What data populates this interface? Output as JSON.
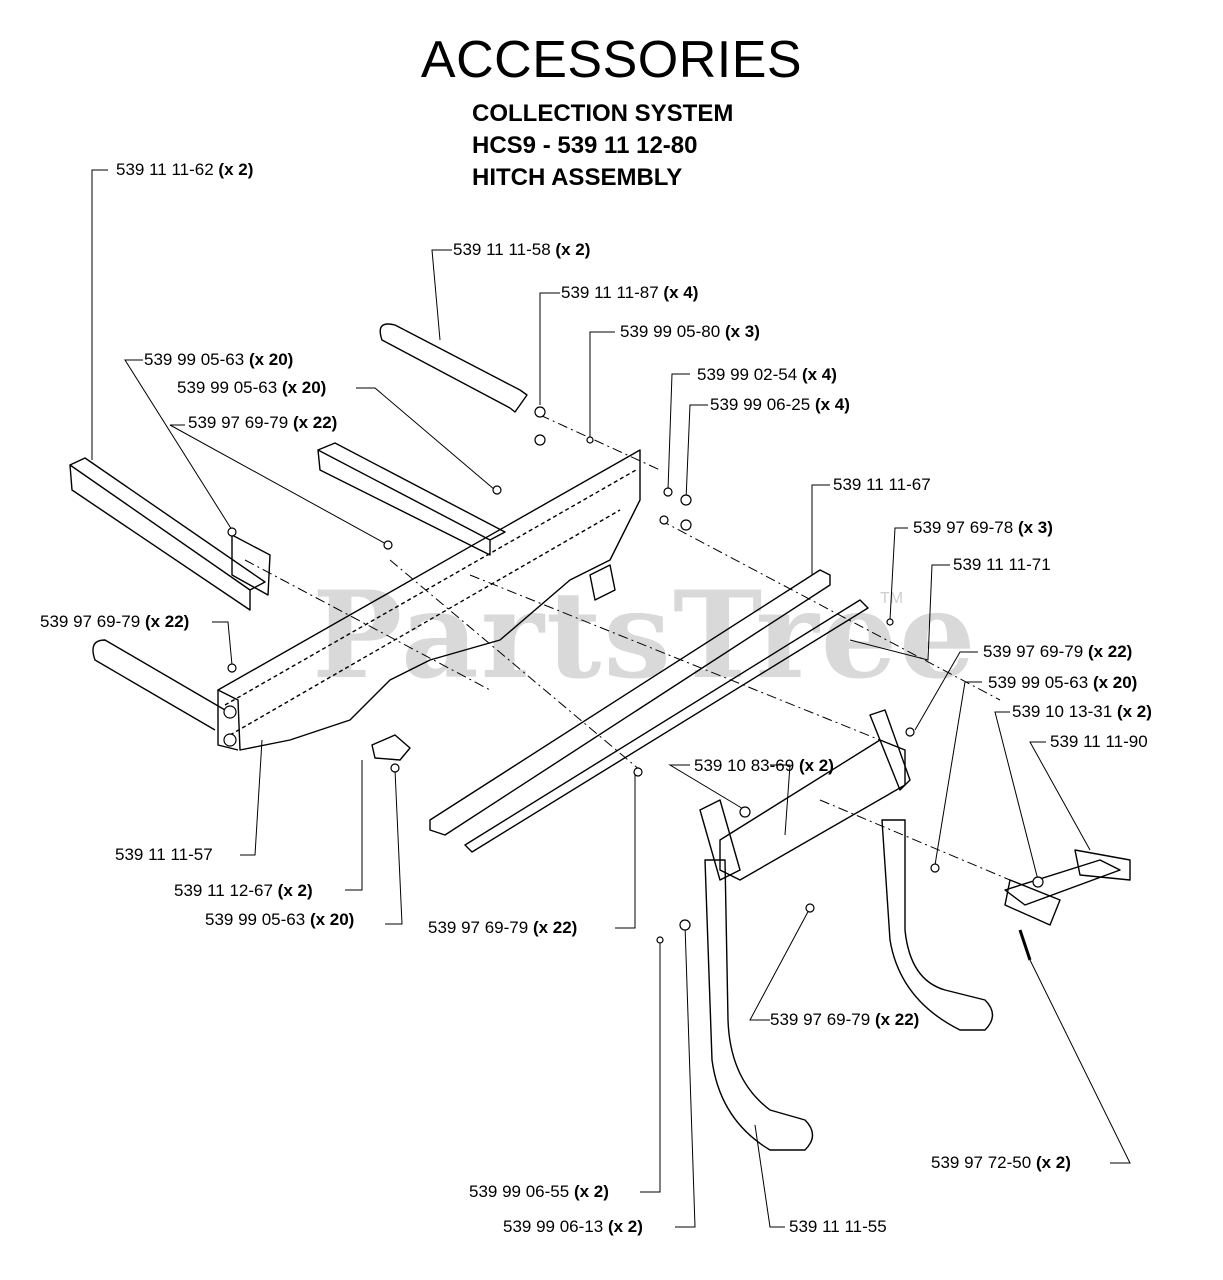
{
  "header": {
    "title": "ACCESSORIES",
    "line1": "COLLECTION SYSTEM",
    "line2": "HCS9 - 539 11 12-80",
    "line3": "HITCH ASSEMBLY"
  },
  "watermark": {
    "text": "PartsTree",
    "tm": "TM"
  },
  "callouts": [
    {
      "part": "539 11 11-62",
      "qty": "(x 2)"
    },
    {
      "part": "539 11 11-58",
      "qty": "(x 2)"
    },
    {
      "part": "539 11 11-87",
      "qty": "(x 4)"
    },
    {
      "part": "539 99 05-80",
      "qty": "(x 3)"
    },
    {
      "part": "539 99 05-63",
      "qty": "(x 20)"
    },
    {
      "part": "539 99 05-63",
      "qty": "(x 20)"
    },
    {
      "part": "539 99 02-54",
      "qty": "(x 4)"
    },
    {
      "part": "539 99 06-25",
      "qty": "(x 4)"
    },
    {
      "part": "539 97 69-79",
      "qty": "(x 22)"
    },
    {
      "part": "539 11 11-67",
      "qty": ""
    },
    {
      "part": "539 97 69-78",
      "qty": "(x 3)"
    },
    {
      "part": "539 11 11-71",
      "qty": ""
    },
    {
      "part": "539 97 69-79",
      "qty": "(x 22)"
    },
    {
      "part": "539 97 69-79",
      "qty": "(x 22)"
    },
    {
      "part": "539 99 05-63",
      "qty": "(x 20)"
    },
    {
      "part": "539 10 13-31",
      "qty": "(x 2)"
    },
    {
      "part": "539 11 11-90",
      "qty": ""
    },
    {
      "part": "539 10 83-69",
      "qty": "(x 2)"
    },
    {
      "part": "539 11 11-57",
      "qty": ""
    },
    {
      "part": "539 11 12-67",
      "qty": "(x 2)"
    },
    {
      "part": "539 99 05-63",
      "qty": "(x 20)"
    },
    {
      "part": "539 97 69-79",
      "qty": "(x 22)"
    },
    {
      "part": "539 97 69-79",
      "qty": "(x 22)"
    },
    {
      "part": "539 97 72-50",
      "qty": "(x 2)"
    },
    {
      "part": "539 99 06-55",
      "qty": "(x 2)"
    },
    {
      "part": "539 99 06-13",
      "qty": "(x 2)"
    },
    {
      "part": "539 11 11-55",
      "qty": ""
    }
  ]
}
